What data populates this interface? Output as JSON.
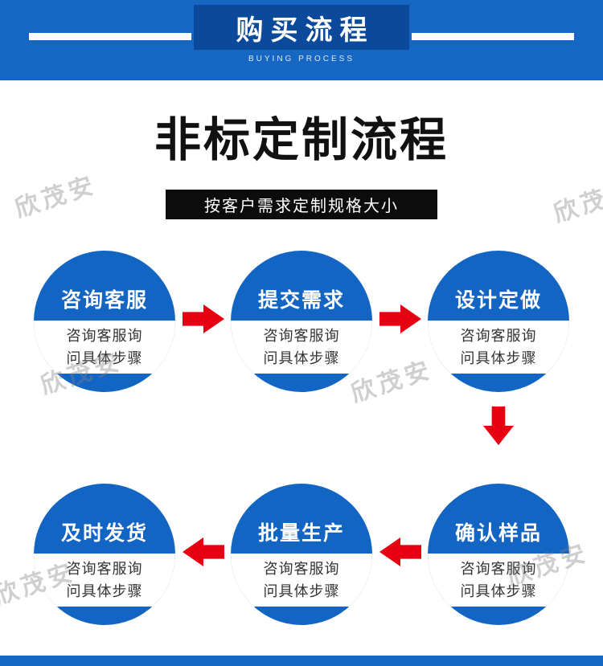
{
  "header": {
    "title": "购买流程",
    "subtitle": "BUYING PROCESS"
  },
  "main": {
    "title": "非标定制流程",
    "subtitle": "按客户需求定制规格大小"
  },
  "steps": [
    {
      "title": "咨询客服",
      "line1": "咨询客服询",
      "line2": "问具体步骤"
    },
    {
      "title": "提交需求",
      "line1": "咨询客服询",
      "line2": "问具体步骤"
    },
    {
      "title": "设计定做",
      "line1": "咨询客服询",
      "line2": "问具体步骤"
    },
    {
      "title": "及时发货",
      "line1": "咨询客服询",
      "line2": "问具体步骤"
    },
    {
      "title": "批量生产",
      "line1": "咨询客服询",
      "line2": "问具体步骤"
    },
    {
      "title": "确认样品",
      "line1": "咨询客服询",
      "line2": "问具体步骤"
    }
  ],
  "watermark": "欣茂安",
  "colors": {
    "header_blue": "#1666c3",
    "dark_blue": "#0b4a9b",
    "circle_blue": "#1365c4",
    "arrow_red": "#e60012",
    "bar_black": "#0c0c0c"
  }
}
